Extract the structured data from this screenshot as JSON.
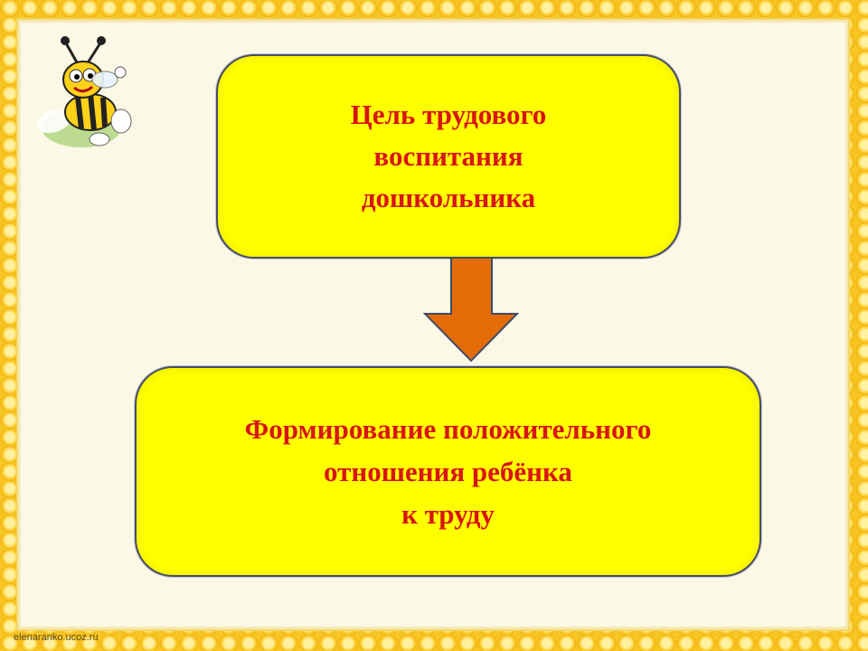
{
  "diagram": {
    "goal_text": "Цель трудового\nвоспитания\nдошкольника",
    "result_text": "Формирование положительного\nотношения ребёнка\nк труду"
  },
  "footer": {
    "watermark": "elenaranko.ucoz.ru"
  },
  "decor": {
    "mascot_icon": "bee-icon",
    "connector": "down-arrow"
  },
  "colors": {
    "box_fill": "#ffff00",
    "text": "#d81515",
    "arrow": "#e36c09",
    "honeycomb": "#f7c625",
    "panel": "#fbf8e5"
  }
}
